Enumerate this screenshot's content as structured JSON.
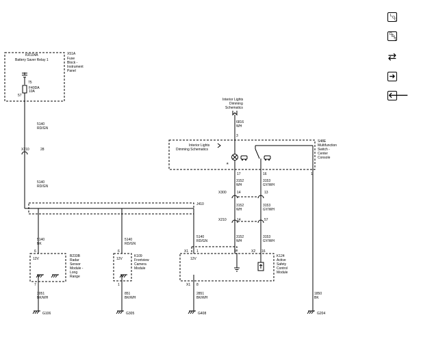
{
  "toolbar": {
    "loc_letters": [
      "L",
      "O",
      "C"
    ],
    "desc_letters": [
      "D",
      "E",
      "S",
      "C"
    ],
    "swap_icon": "circuit-swap-icon",
    "next_icon": "arrow-right-icon",
    "prev_icon": "arrow-left-icon"
  },
  "x51a": {
    "ref": "X51A",
    "desc": [
      "Fuse",
      "Block -",
      "Instrument",
      "Panel"
    ]
  },
  "kr104a": {
    "ref": "KR104A",
    "name": "Battery Saver Relay 1",
    "pin_top": "75",
    "pin_bottom": "57",
    "fuse_ref": "F40DA",
    "fuse_rating": "10A"
  },
  "w5140_a": {
    "circuit": "5140",
    "color": "RD/GN"
  },
  "x210_left": {
    "ref": "X210",
    "pin": "28"
  },
  "w5140_b": {
    "circuit": "5140",
    "color": "RD/GN"
  },
  "j410": {
    "ref": "J410"
  },
  "b233b": {
    "circuit": "5140",
    "color": "BK",
    "pin": "6",
    "voltage": "12V",
    "ref": "B233B",
    "desc": [
      "Radar",
      "Sensor",
      "Module -",
      "Long",
      "Range"
    ],
    "pin_out": "7",
    "ground_circuit": "3051",
    "ground_color": "BK/WH",
    "ground": "G106"
  },
  "k109": {
    "circuit": "5140",
    "color": "RD/GN",
    "pin": "6",
    "voltage": "12V",
    "ref": "K109",
    "desc": [
      "Frontview",
      "Camera",
      "Module"
    ],
    "pin_out": "1",
    "ground_circuit": "851",
    "ground_color": "BK/WH",
    "ground": "G305"
  },
  "k124": {
    "circuit": "5140",
    "color": "RD/GN",
    "conn1": "X1",
    "pin": "1",
    "voltage": "12V",
    "pin_3": "3",
    "conn2": "X2",
    "pin_16": "16",
    "ref": "K124",
    "desc": [
      "Active",
      "Safety",
      "Control",
      "Module"
    ],
    "conn_bottom": "X1",
    "pin_out": "8",
    "ground_circuit": "2851",
    "ground_color": "BK/WH",
    "ground": "G408"
  },
  "dimming": {
    "label": [
      "Interior Lights",
      "Dimming",
      "Schematics"
    ],
    "circuit": "6816",
    "color": "WH",
    "pin": "3"
  },
  "s48e": {
    "ref": "S48E",
    "desc": [
      "Multifunction",
      "Switch -",
      "Center",
      "Console"
    ],
    "inner_label": [
      "Interior Lights",
      "Dimming Schematics"
    ],
    "pin_17": "17",
    "pin_16": "16",
    "pin_1": "1"
  },
  "w3152_a": {
    "circuit": "3152",
    "color": "WH"
  },
  "w3153_a": {
    "circuit": "3153",
    "color": "GY/WH"
  },
  "x300": {
    "ref": "X300",
    "pin_a": "14",
    "pin_b": "13"
  },
  "w3152_b": {
    "circuit": "3152",
    "color": "WH"
  },
  "w3153_b": {
    "circuit": "3153",
    "color": "GY/WH"
  },
  "x210_right": {
    "ref": "X210",
    "pin_a": "14",
    "pin_b": "57"
  },
  "w3152_c": {
    "circuit": "3152",
    "color": "WH"
  },
  "w3153_c": {
    "circuit": "3153",
    "color": "GY/WH"
  },
  "w1850": {
    "circuit": "1850",
    "color": "BK",
    "ground": "G204"
  }
}
